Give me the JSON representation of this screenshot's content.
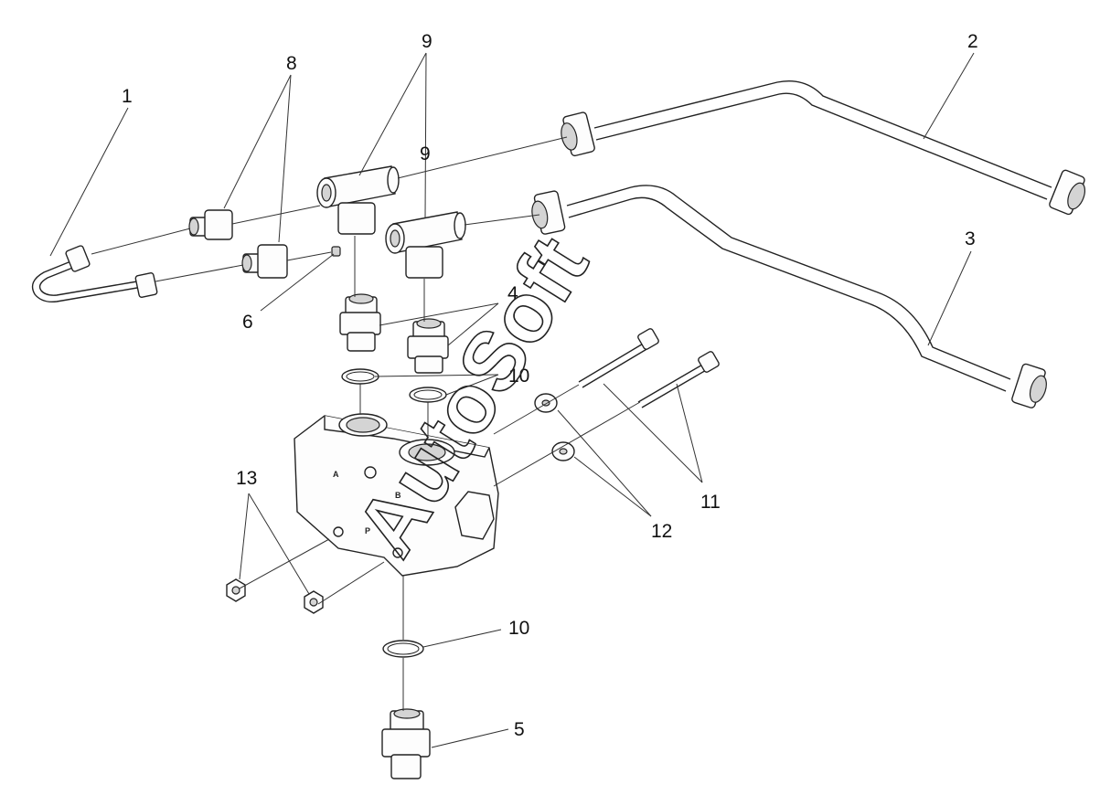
{
  "watermark": "AutoSoft",
  "callouts": [
    "1",
    "2",
    "3",
    "4",
    "5",
    "6",
    "8",
    "9",
    "9",
    "10",
    "10",
    "11",
    "12",
    "13"
  ],
  "port_labels": [
    "A",
    "B",
    "P"
  ]
}
